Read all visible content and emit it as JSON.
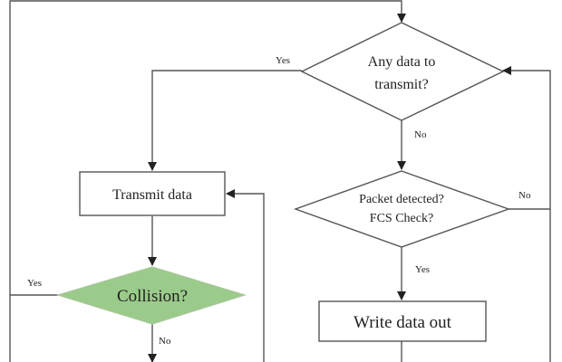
{
  "diagram": {
    "title": "",
    "nodes": [
      {
        "id": "any_data",
        "type": "decision",
        "lines": [
          "Any data to",
          "transmit?"
        ]
      },
      {
        "id": "transmit",
        "type": "process",
        "lines": [
          "Transmit data"
        ]
      },
      {
        "id": "collision",
        "type": "decision",
        "lines": [
          "Collision?"
        ],
        "fill": "#9bcb8a"
      },
      {
        "id": "packet",
        "type": "decision",
        "lines": [
          "Packet detected?",
          "FCS Check?"
        ]
      },
      {
        "id": "write",
        "type": "process",
        "lines": [
          "Write data out"
        ]
      }
    ],
    "edge_labels": {
      "any_yes": "Yes",
      "any_no": "No",
      "packet_no": "No",
      "packet_yes": "Yes",
      "collision_yes": "Yes",
      "collision_no": "No"
    }
  }
}
